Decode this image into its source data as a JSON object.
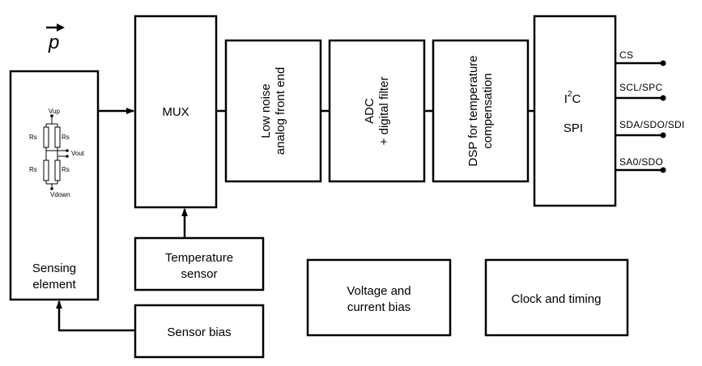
{
  "pressure_symbol": "p",
  "blocks": {
    "sensing_element": {
      "line1": "Sensing",
      "line2": "element"
    },
    "mux": {
      "label": "MUX"
    },
    "afe": {
      "line1": "Low noise",
      "line2": "analog front end"
    },
    "adc": {
      "line1": "ADC",
      "line2": "+ digital filter"
    },
    "dsp": {
      "line1": "DSP for temperature",
      "line2": "compensation"
    },
    "interface": {
      "i2c_base": "I",
      "i2c_sup": "2",
      "i2c_tail": "C",
      "spi": "SPI"
    },
    "temp_sensor": {
      "line1": "Temperature",
      "line2": "sensor"
    },
    "sensor_bias": {
      "label": "Sensor bias"
    },
    "voltage_bias": {
      "line1": "Voltage and",
      "line2": "current bias"
    },
    "clock": {
      "label": "Clock and timing"
    }
  },
  "pins": [
    "CS",
    "SCL/SPC",
    "SDA/SDO/SDI",
    "SA0/SDO"
  ],
  "bridge": {
    "vup": "Vup",
    "vdown": "Vdown",
    "vout": "Vout",
    "resistors": [
      "Rs",
      "Rs",
      "Rs",
      "Rs"
    ]
  }
}
